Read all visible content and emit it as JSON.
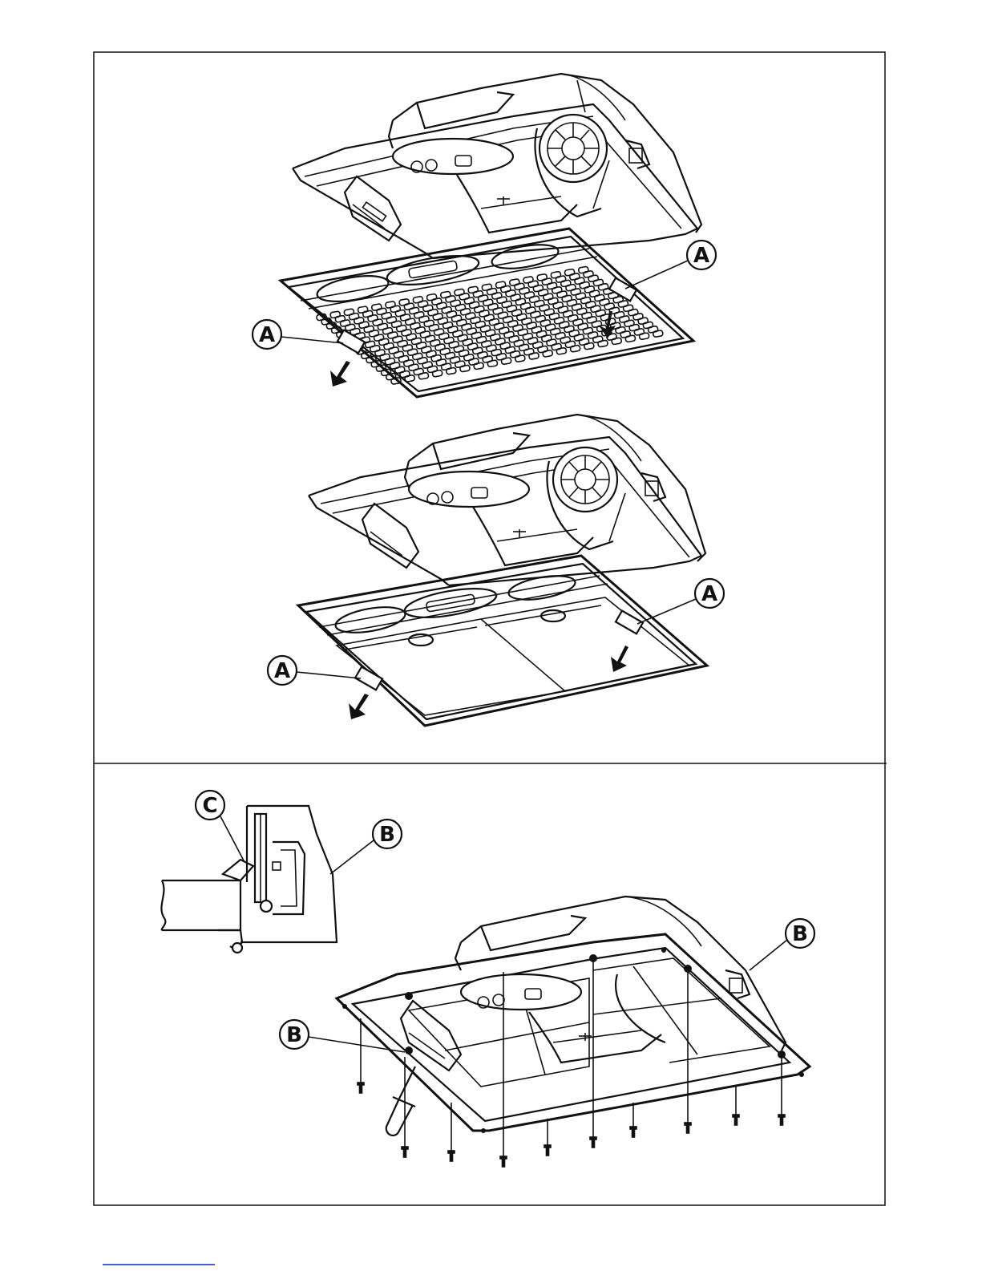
{
  "callouts": {
    "panel1_right": "A",
    "panel1_left": "A",
    "panel2_right": "A",
    "panel2_left": "A",
    "detail_c": "C",
    "detail_b": "B",
    "hood_b_right": "B",
    "hood_b_left": "B"
  },
  "colors": {
    "line": "#111111",
    "background": "#ffffff",
    "footer_link": "#4a5bd4"
  }
}
